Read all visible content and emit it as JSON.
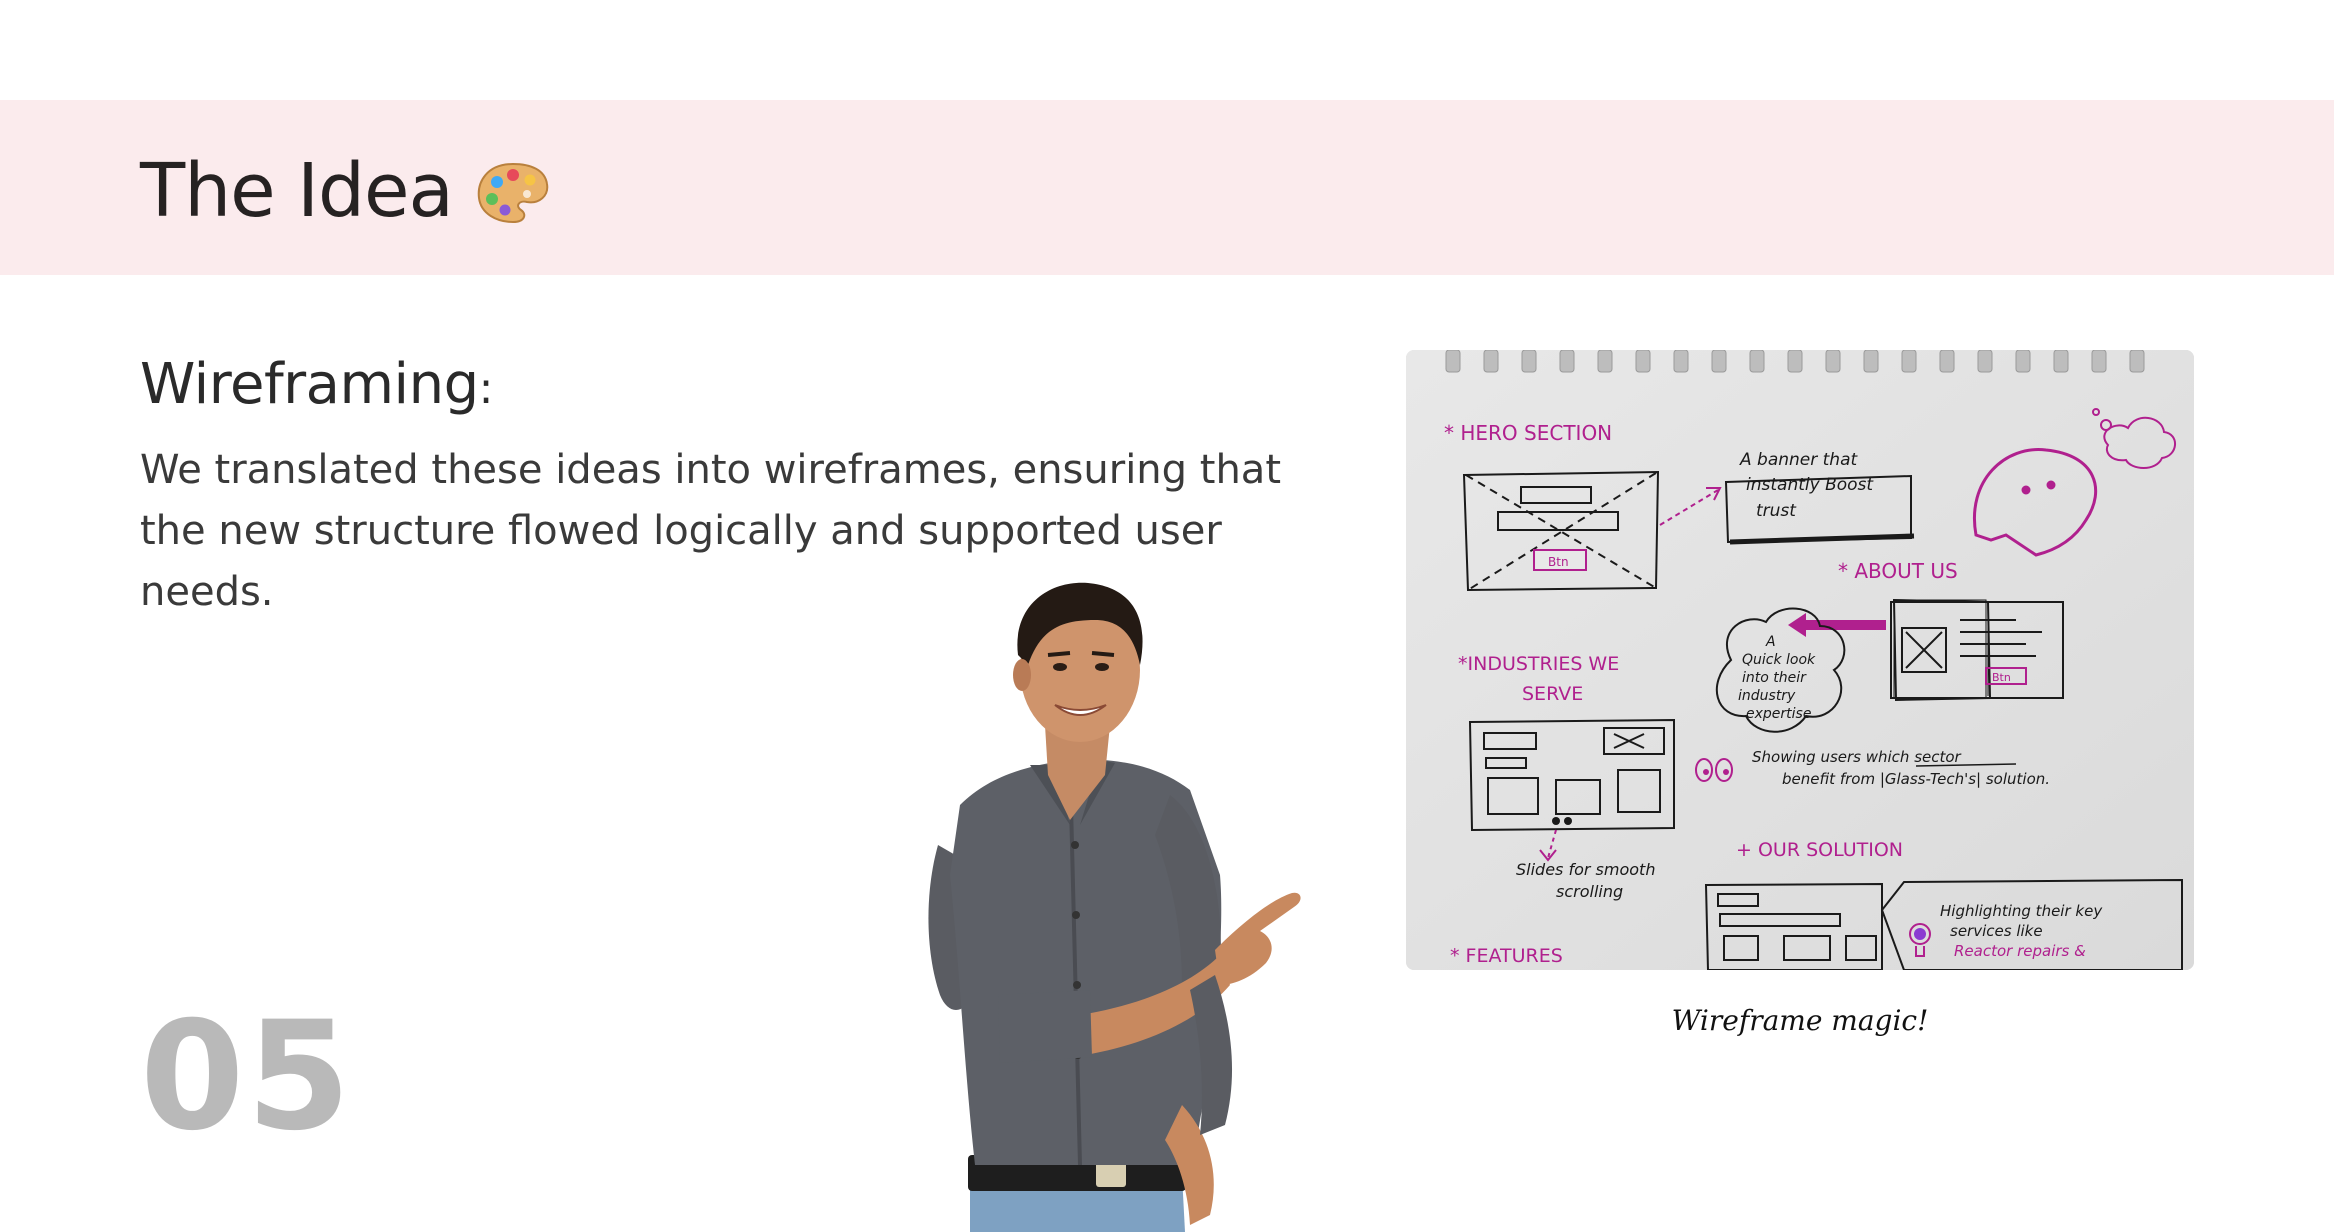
{
  "header": {
    "title": "The Idea",
    "title_icon": "artist-palette-icon",
    "background_color": "#fbebed"
  },
  "section": {
    "heading": "Wireframing",
    "heading_suffix": ":",
    "body": "We translated these ideas into wireframes, ensuring that the new structure flowed logically and supported user needs."
  },
  "slide_number": "05",
  "image": {
    "caption": "Wireframe magic!",
    "sketch_texts": {
      "hero": "* HERO SECTION",
      "banner_line1": "A banner that",
      "banner_line2": "instantly Boost",
      "banner_line3": "trust",
      "btn1": "Btn",
      "about": "* ABOUT US",
      "quick_line1": "A",
      "quick_line2": "Quick look",
      "quick_line3": "into their",
      "quick_line4": "industry",
      "quick_line5": "expertise",
      "btn2": "Btn",
      "industries_line1": "*INDUSTRIES WE",
      "industries_line2": "SERVE",
      "showing_line1": "Showing users which sector",
      "showing_line2": "benefit from |Glass-Tech's| solution.",
      "slides_line1": "Slides for smooth",
      "slides_line2": "scrolling",
      "solution": "+ OUR SOLUTION",
      "highlight_line1": "Highlighting their key",
      "highlight_line2": "services like",
      "highlight_line3": "Reactor repairs &",
      "features": "* FEATURES"
    }
  },
  "colors": {
    "accent_pink": "#b0208e",
    "slide_number_gray": "#b9b9b9"
  }
}
